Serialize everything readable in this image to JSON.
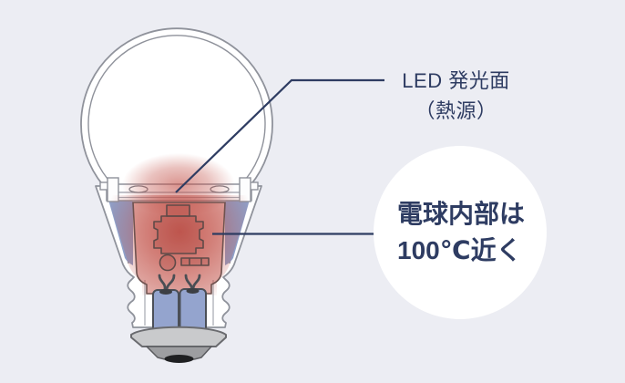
{
  "labels": {
    "led_source": {
      "line1": "LED 発光面",
      "line2": "（熱源）"
    },
    "temperature": {
      "line1": "電球内部は",
      "line2": "100℃近く"
    }
  },
  "colors": {
    "background": "#ecedf3",
    "annotation_navy": "#2e3c62",
    "heat_red": "#c24e45",
    "cool_blue": "#8ea0c9",
    "glass_outline": "#8f929b",
    "base_gray": "#c9cacc",
    "base_dome_gray": "#9d9ea1",
    "note_circle_bg": "#ffffff"
  }
}
